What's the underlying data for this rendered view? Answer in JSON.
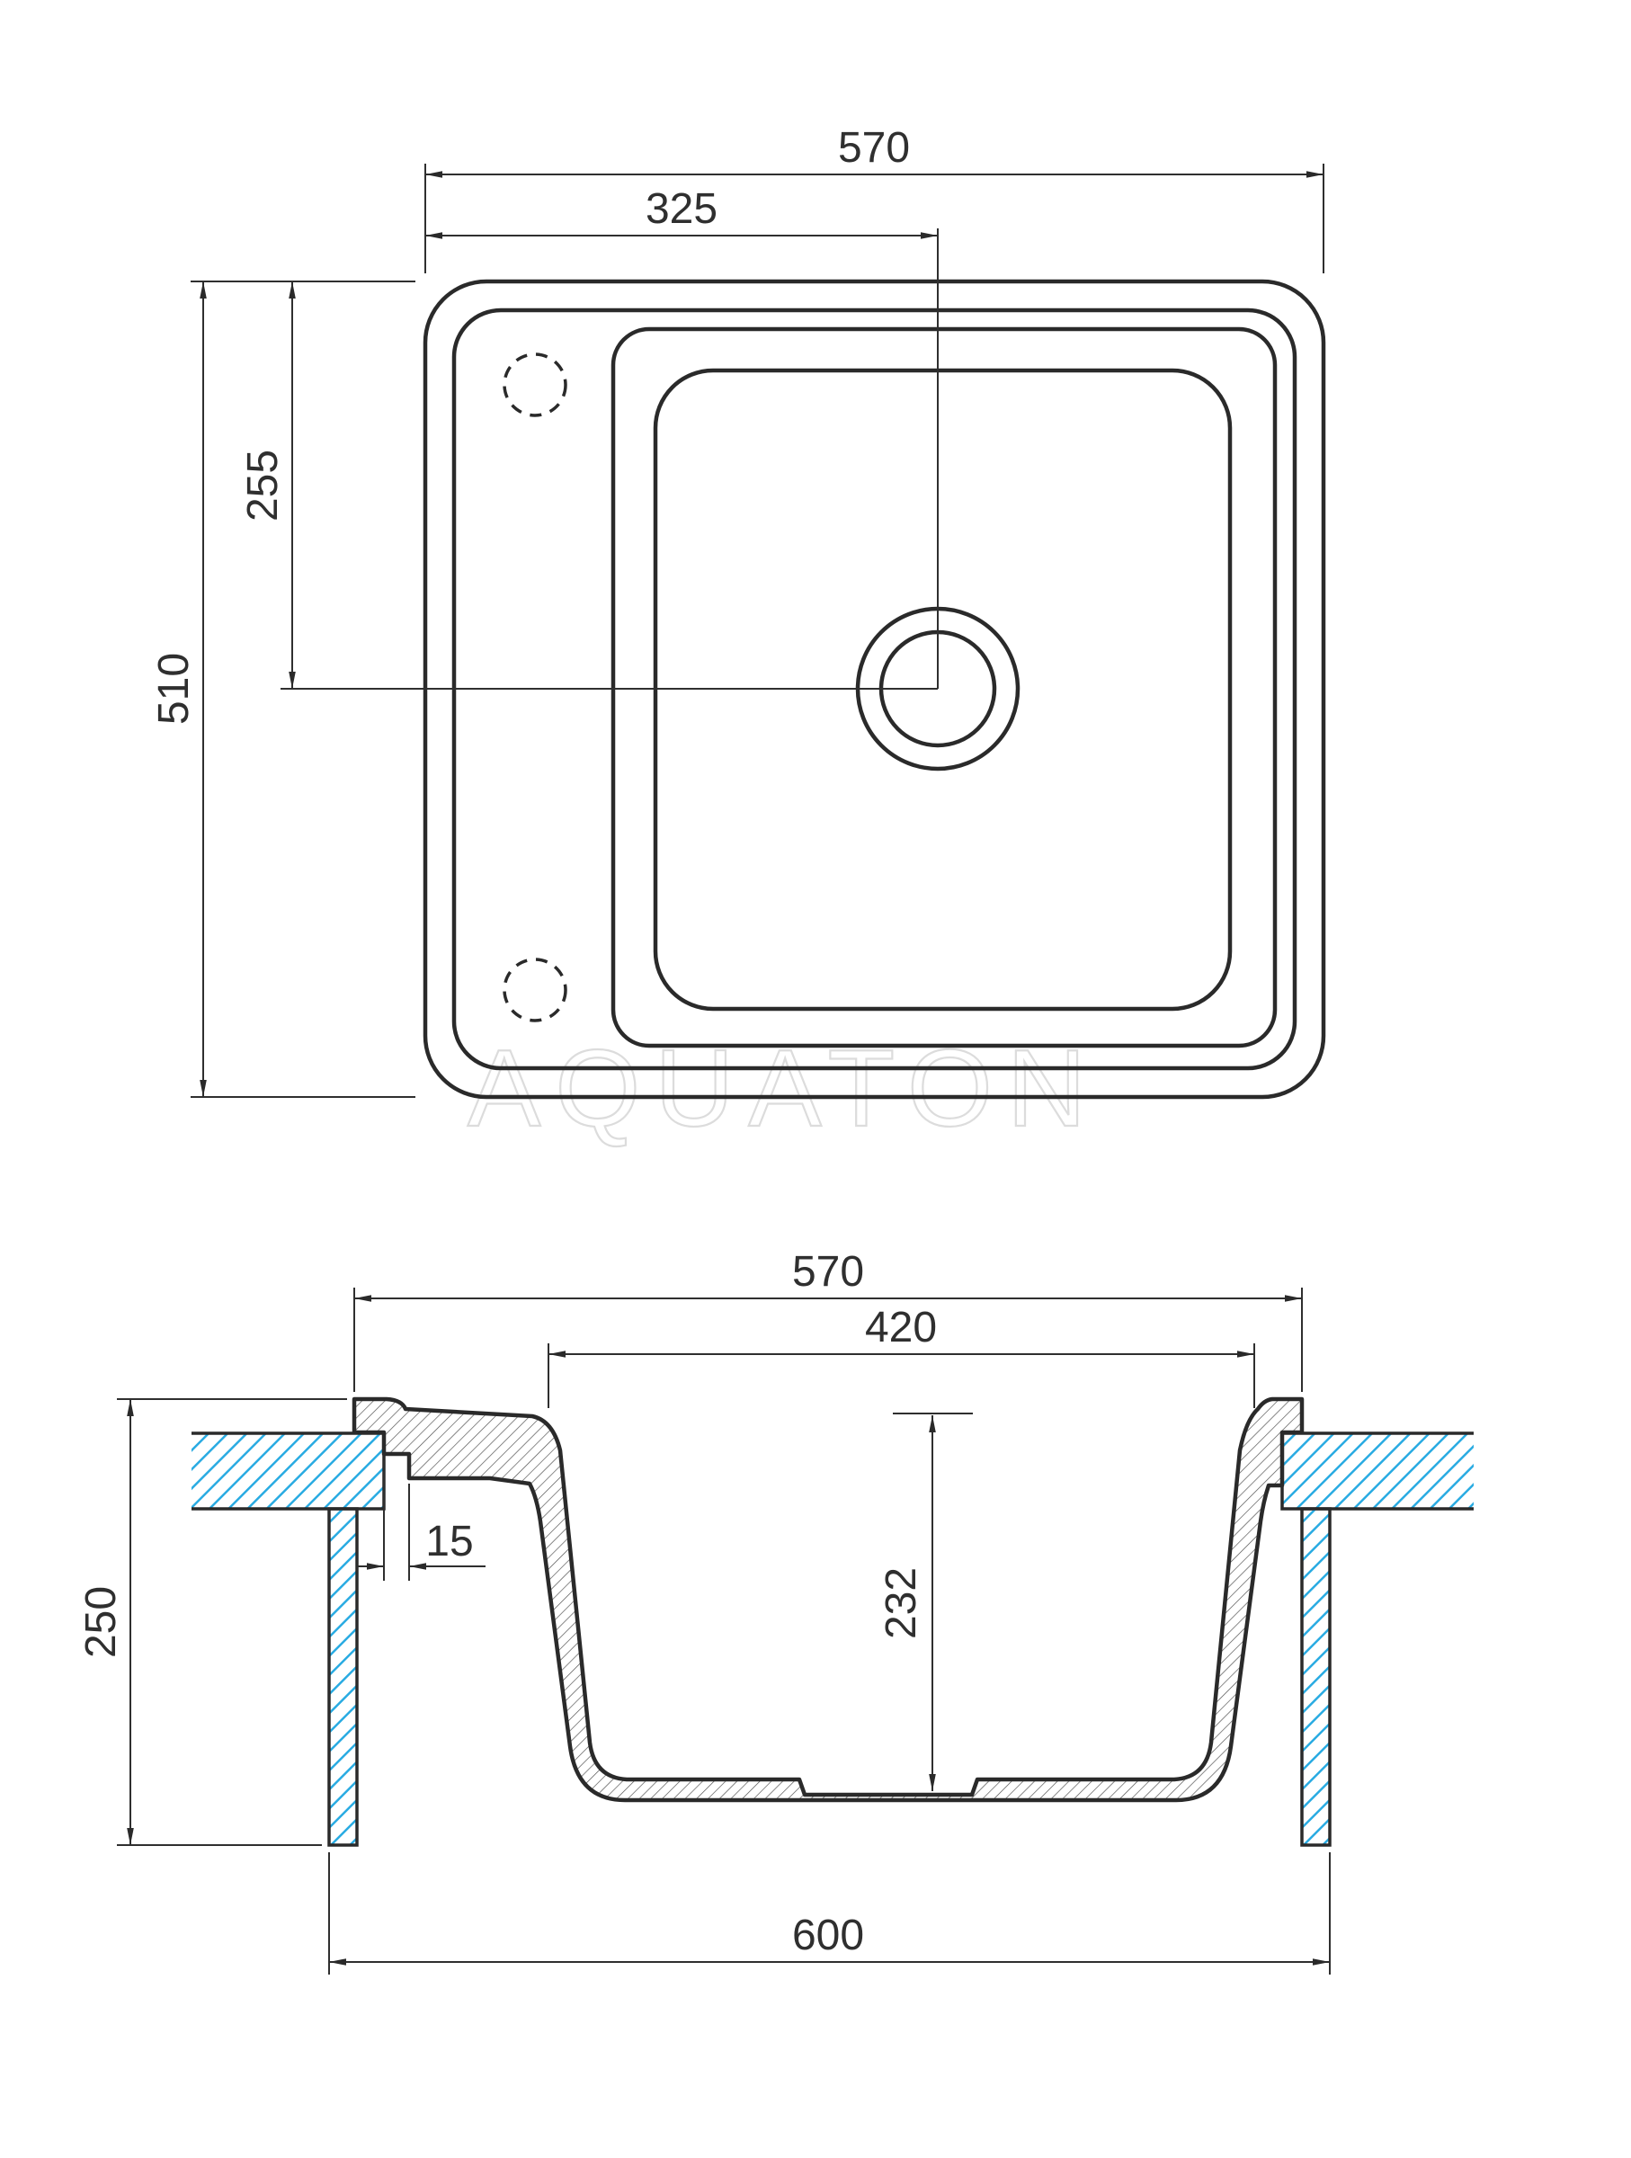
{
  "drawing": {
    "watermark": "AQUATON",
    "colors": {
      "line": "#2a2a2a",
      "dim_line": "#2f2f2f",
      "hatch_blue": "#29abe2",
      "watermark_gray": "#dcdcdc"
    },
    "top_view": {
      "width_mm": "570",
      "drain_offset_x_mm": "325",
      "drain_offset_y_mm": "255",
      "depth_mm": "510"
    },
    "section_view": {
      "width_mm": "570",
      "bowl_width_mm": "420",
      "rim_offset_mm": "15",
      "bowl_depth_mm": "232",
      "height_mm": "250",
      "base_width_mm": "600"
    }
  }
}
